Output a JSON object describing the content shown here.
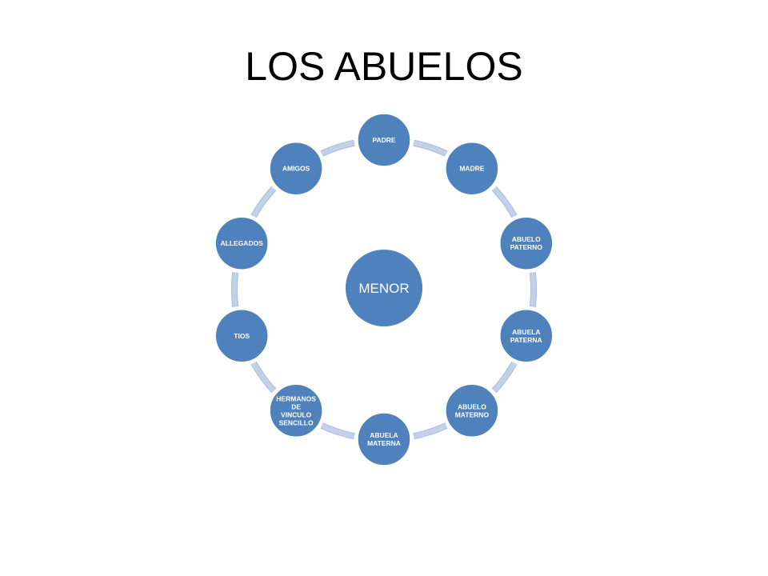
{
  "title": "LOS ABUELOS",
  "colors": {
    "node_fill": "#4F81BD",
    "node_stroke": "#ffffff",
    "connector": "#C3D1E8",
    "connector_edge": "#A9BCDC",
    "text": "#ffffff"
  },
  "center": {
    "label": "MENOR"
  },
  "nodes": [
    {
      "lines": [
        "PADRE"
      ]
    },
    {
      "lines": [
        "MADRE"
      ]
    },
    {
      "lines": [
        "ABUELO",
        "PATERNO"
      ]
    },
    {
      "lines": [
        "ABUELA",
        "PATERNA"
      ]
    },
    {
      "lines": [
        "ABUELO",
        "MATERNO"
      ]
    },
    {
      "lines": [
        "ABUELA",
        "MATERNA"
      ]
    },
    {
      "lines": [
        "HERMANOS",
        "DE",
        "VINCULO",
        "SENCILLO"
      ]
    },
    {
      "lines": [
        "TIOS"
      ]
    },
    {
      "lines": [
        "ALLEGADOS"
      ]
    },
    {
      "lines": [
        "AMIGOS"
      ]
    }
  ]
}
